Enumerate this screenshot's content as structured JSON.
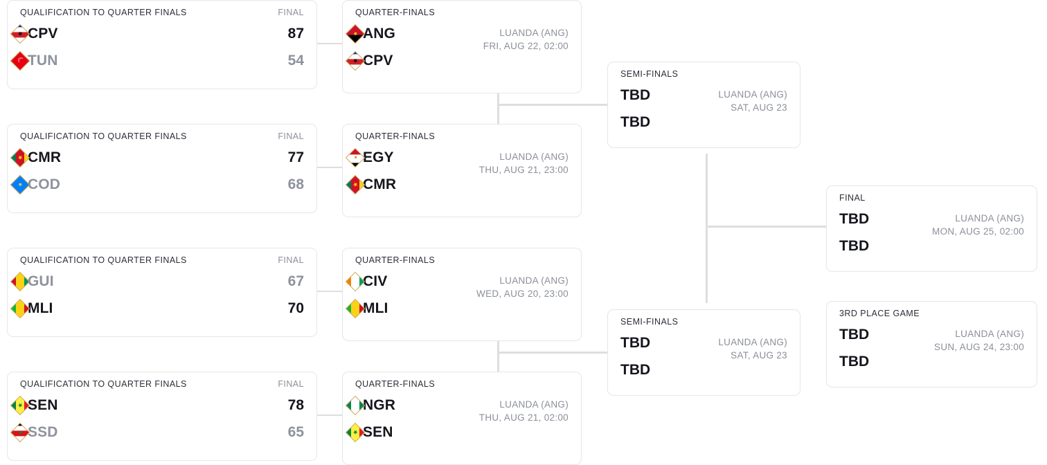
{
  "labels": {
    "qualification": "QUALIFICATION TO QUARTER FINALS",
    "final_col": "FINAL",
    "quarter_finals": "QUARTER-FINALS",
    "semi_finals": "SEMI-FINALS",
    "final": "FINAL",
    "third_place": "3RD PLACE GAME",
    "tbd": "TBD"
  },
  "colors": {
    "winner_arrow": "#a81b1b",
    "connector": "#dedede",
    "card_border": "#e6e6e8",
    "text_primary": "#15161d",
    "text_muted": "#8b8f99"
  },
  "rounds": {
    "qualification": [
      {
        "title": "QUALIFICATION TO QUARTER FINALS",
        "final_label": "FINAL",
        "teams": [
          {
            "abbr": "CPV",
            "score": "87",
            "winner": true,
            "flag": "cpv-flag-icon"
          },
          {
            "abbr": "TUN",
            "score": "54",
            "winner": false,
            "flag": "tun-flag-icon"
          }
        ]
      },
      {
        "title": "QUALIFICATION TO QUARTER FINALS",
        "final_label": "FINAL",
        "teams": [
          {
            "abbr": "CMR",
            "score": "77",
            "winner": true,
            "flag": "cmr-flag-icon"
          },
          {
            "abbr": "COD",
            "score": "68",
            "winner": false,
            "flag": "cod-flag-icon"
          }
        ]
      },
      {
        "title": "QUALIFICATION TO QUARTER FINALS",
        "final_label": "FINAL",
        "teams": [
          {
            "abbr": "GUI",
            "score": "67",
            "winner": false,
            "flag": "gui-flag-icon"
          },
          {
            "abbr": "MLI",
            "score": "70",
            "winner": true,
            "flag": "mli-flag-icon"
          }
        ]
      },
      {
        "title": "QUALIFICATION TO QUARTER FINALS",
        "final_label": "FINAL",
        "teams": [
          {
            "abbr": "SEN",
            "score": "78",
            "winner": true,
            "flag": "sen-flag-icon"
          },
          {
            "abbr": "SSD",
            "score": "65",
            "winner": false,
            "flag": "ssd-flag-icon"
          }
        ]
      }
    ],
    "quarter_finals": [
      {
        "title": "QUARTER-FINALS",
        "venue": "LUANDA (ANG)",
        "datetime": "FRI, AUG 22, 02:00",
        "teams": [
          {
            "abbr": "ANG",
            "flag": "ang-flag-icon"
          },
          {
            "abbr": "CPV",
            "flag": "cpv-flag-icon"
          }
        ]
      },
      {
        "title": "QUARTER-FINALS",
        "venue": "LUANDA (ANG)",
        "datetime": "THU, AUG 21, 23:00",
        "teams": [
          {
            "abbr": "EGY",
            "flag": "egy-flag-icon"
          },
          {
            "abbr": "CMR",
            "flag": "cmr-flag-icon"
          }
        ]
      },
      {
        "title": "QUARTER-FINALS",
        "venue": "LUANDA (ANG)",
        "datetime": "WED, AUG 20, 23:00",
        "teams": [
          {
            "abbr": "CIV",
            "flag": "civ-flag-icon"
          },
          {
            "abbr": "MLI",
            "flag": "mli-flag-icon"
          }
        ]
      },
      {
        "title": "QUARTER-FINALS",
        "venue": "LUANDA (ANG)",
        "datetime": "THU, AUG 21, 02:00",
        "teams": [
          {
            "abbr": "NGR",
            "flag": "ngr-flag-icon"
          },
          {
            "abbr": "SEN",
            "flag": "sen-flag-icon"
          }
        ]
      }
    ],
    "semi_finals": [
      {
        "title": "SEMI-FINALS",
        "venue": "LUANDA (ANG)",
        "datetime": "SAT, AUG 23",
        "teams": [
          {
            "abbr": "TBD"
          },
          {
            "abbr": "TBD"
          }
        ]
      },
      {
        "title": "SEMI-FINALS",
        "venue": "LUANDA (ANG)",
        "datetime": "SAT, AUG 23",
        "teams": [
          {
            "abbr": "TBD"
          },
          {
            "abbr": "TBD"
          }
        ]
      }
    ],
    "final": {
      "title": "FINAL",
      "venue": "LUANDA (ANG)",
      "datetime": "MON, AUG 25, 02:00",
      "teams": [
        {
          "abbr": "TBD"
        },
        {
          "abbr": "TBD"
        }
      ]
    },
    "third_place": {
      "title": "3RD PLACE GAME",
      "venue": "LUANDA (ANG)",
      "datetime": "SUN, AUG 24, 23:00",
      "teams": [
        {
          "abbr": "TBD"
        },
        {
          "abbr": "TBD"
        }
      ]
    }
  }
}
